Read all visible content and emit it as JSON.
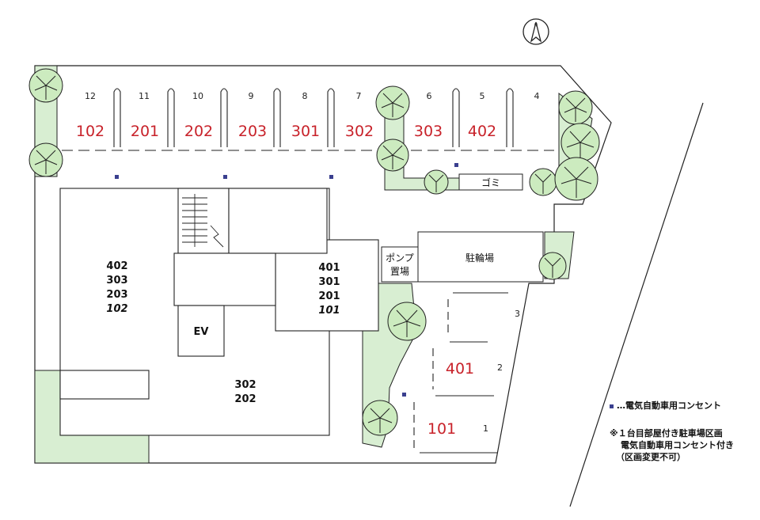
{
  "compass": {
    "label": "N"
  },
  "top_parking": {
    "spaces": [
      {
        "number": "12",
        "room": "102"
      },
      {
        "number": "11",
        "room": "201"
      },
      {
        "number": "10",
        "room": "202"
      },
      {
        "number": "9",
        "room": "203"
      },
      {
        "number": "8",
        "room": "301"
      },
      {
        "number": "7",
        "room": "302"
      },
      {
        "number": "6",
        "room": "303"
      },
      {
        "number": "5",
        "room": "402"
      },
      {
        "number": "4",
        "room": ""
      }
    ]
  },
  "side_parking": {
    "spaces": [
      {
        "number": "3",
        "room": ""
      },
      {
        "number": "2",
        "room": "401"
      },
      {
        "number": "1",
        "room": "101"
      }
    ]
  },
  "building": {
    "left_rooms": [
      "402",
      "303",
      "203",
      "102"
    ],
    "right_rooms": [
      "401",
      "301",
      "201",
      "101"
    ],
    "bottom_rooms": [
      "302",
      "202"
    ],
    "ev_label": "EV"
  },
  "facilities": {
    "garbage": "ゴミ",
    "pump_line1": "ポンプ",
    "pump_line2": "置場",
    "bicycle": "駐輪場"
  },
  "legend": {
    "outlet": "…電気自動車用コンセント",
    "note_line1": "※１台目部屋付き駐車場区画",
    "note_line2": "電気自動車用コンセント付き",
    "note_line3": "（区画変更不可）"
  },
  "colors": {
    "green": "#d8eed2",
    "tree": "#ccebbf",
    "room_red": "#c8222a",
    "outlet": "#3a3f8f"
  }
}
